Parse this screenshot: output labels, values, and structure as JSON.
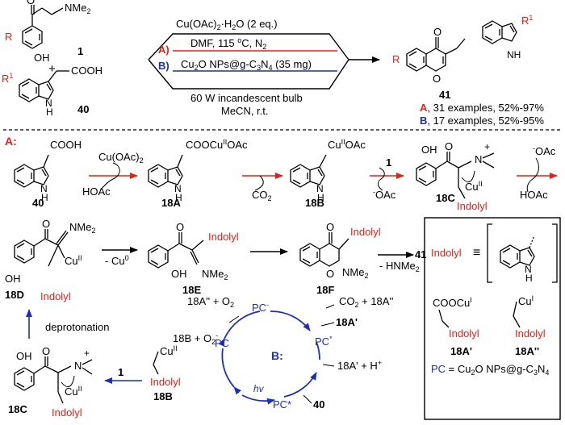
{
  "colors": {
    "red": "#e32119",
    "blue": "#1d2fb8",
    "black": "#000000"
  },
  "top": {
    "sub_r": "R",
    "sub_nme2": "NMe",
    "sub_2": "2",
    "sub_oh": "OH",
    "label_1": "1",
    "plus": "+",
    "sub_r1": "R",
    "sub_1": "1",
    "sub_cooh": "COOH",
    "sub_nh": "N",
    "sub_h": "H",
    "label_40": "40",
    "cond_a_reagent": "Cu(OAc)",
    "cond_a_reagent_sub": "2",
    "cond_a_reagent_tail": "·H",
    "cond_a_reagent_sub2": "2",
    "cond_a_reagent_tail2": "O (2 eq.)",
    "cond_a_solvent": "DMF, 115 ",
    "cond_a_deg": "o",
    "cond_a_rest": "C, N",
    "cond_a_rest_sub": "2",
    "route_a": "A)",
    "route_b": "B)",
    "cond_b_reagent": "Cu",
    "cond_b_sub": "2",
    "cond_b_mid": "O NPs@g-C",
    "cond_b_sub2": "3",
    "cond_b_mid2": "N",
    "cond_b_sub3": "4",
    "cond_b_tail": " (35 mg)",
    "cond_b_light": "60 W incandescent bulb",
    "cond_b_solvent": "MeCN, r.t.",
    "prod_o": "O",
    "prod_r": "R",
    "prod_r1": "R",
    "prod_1": "1",
    "prod_nh": "NH",
    "label_41": "41",
    "result_a_letter": "A",
    "result_a": ", 31 examples, 52%-97%",
    "result_b_letter": "B",
    "result_b": ", 17 examples, 52%-95%"
  },
  "mech_a": {
    "tag": "A:",
    "m40_cooh": "COOH",
    "m40_nh": "N",
    "m40_h": "H",
    "m40_label": "40",
    "s1_top": "Cu(OAc)",
    "s1_top_sub": "2",
    "s1_bottom": "HOAc",
    "m18a_group": "COOCu",
    "m18a_sup": "II",
    "m18a_group2": "OAc",
    "m18a_nh": "N",
    "m18a_h": "H",
    "m18a_label": "18A",
    "s2_bottom": "CO",
    "s2_sub": "2",
    "m18b_group": "Cu",
    "m18b_sup": "II",
    "m18b_group2": "OAc",
    "m18b_nh": "N",
    "m18b_h": "H",
    "m18b_label": "18B",
    "s3_top": "1",
    "s3_bottom_sup": "-",
    "s3_bottom": "OAc",
    "m18c_oh": "OH",
    "m18c_o": "O",
    "m18c_plus": "+",
    "m18c_n": "N",
    "m18c_cu": "Cu",
    "m18c_sup": "II",
    "m18c_indolyl": "Indolyl",
    "m18c_label": "18C",
    "s4_top_sup": "-",
    "s4_top": "OAc",
    "s4_bottom": "HOAc"
  },
  "row2": {
    "m18d_o": "O",
    "m18d_nme2": "NMe",
    "m18d_2": "2",
    "m18d_oh": "OH",
    "m18d_cu": "Cu",
    "m18d_sup": "II",
    "m18d_label": "18D",
    "m18d_indolyl": "Indolyl",
    "s5_label": "- Cu",
    "s5_sup": "0",
    "m18e_o": "O",
    "m18e_indolyl": "Indolyl",
    "m18e_oh": "OH",
    "m18e_nme2": "NMe",
    "m18e_2": "2",
    "m18e_label": "18E",
    "m18f_o": "O",
    "m18f_indolyl": "Indolyl",
    "m18f_o2": "O",
    "m18f_nme2": "NMe",
    "m18f_2": "2",
    "m18f_label": "18F",
    "s6_label": "- HNMe",
    "s6_sub": "2",
    "s6_target": "41"
  },
  "legend": {
    "indolyl": "Indolyl",
    "equiv": "≡",
    "nh": "N",
    "h": "H",
    "a1_group": "COOCu",
    "a1_sup": "I",
    "a1_indolyl": "Indolyl",
    "a1_label": "18A'",
    "a2_group": "Cu",
    "a2_sup": "I",
    "a2_indolyl": "Indolyl",
    "a2_label": "18A''",
    "pc_def": "PC",
    "pc_eq": " = Cu",
    "pc_sub": "2",
    "pc_mid": "O NPs@g-C",
    "pc_sub2": "3",
    "pc_mid2": "N",
    "pc_sub3": "4"
  },
  "cycle": {
    "tag": "B",
    "colon": ":",
    "pc_top": "PC",
    "pc_top_sup": "-",
    "pc_right": "PC",
    "pc_right_sup": "*",
    "pc_left": "PC",
    "pc_bottom": "PC*",
    "hv": "hv",
    "in_o2": "18A'' + O",
    "in_o2_sub": "2",
    "out_o2": "18B + O",
    "out_o2_sub": "2",
    "out_o2_sup": "-",
    "out_co2": "CO",
    "out_co2_sub": "2",
    "out_co2_tail": " + 18A''",
    "in_18a": "18A'",
    "out_18a": "18A' + H",
    "out_18a_sup": "+",
    "in_40": "40"
  },
  "bottom_left": {
    "deprotonation": "deprotonation",
    "m18c_oh": "OH",
    "m18c_o": "O",
    "m18c_plus": "+",
    "m18c_n": "N",
    "m18c_cu": "Cu",
    "m18c_sup": "II",
    "m18c_indolyl": "Indolyl",
    "m18c_label": "18C",
    "arrow_label": "1",
    "m18b_cu": "Cu",
    "m18b_sup": "II",
    "m18b_indolyl": "Indolyl",
    "m18b_label": "18B"
  }
}
